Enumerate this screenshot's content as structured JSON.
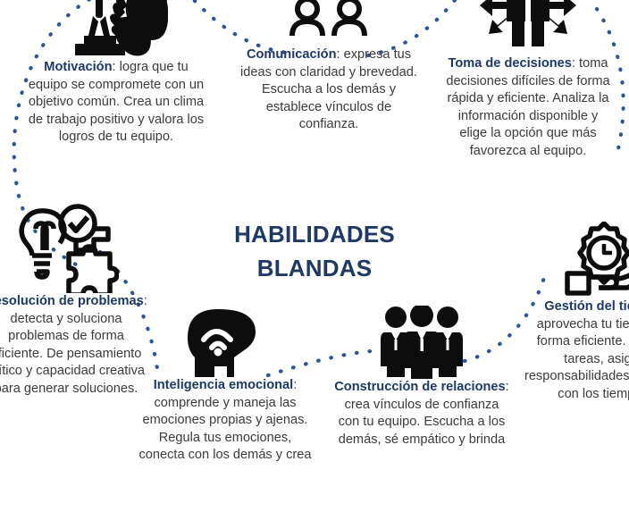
{
  "center": {
    "line1": "HABILIDADES",
    "line2": "BLANDAS"
  },
  "colors": {
    "heading_navy": "#1F3864",
    "dot_blue": "#2F5496",
    "body_text": "#3B3B3B",
    "icon_black": "#000000",
    "background": "#FFFFFF"
  },
  "nodes": [
    {
      "id": "motivacion",
      "icon": "podium-person-applause-icon",
      "title": "Motivación",
      "separator": ": ",
      "body": "logra que tu equipo se compromete con un objetivo común. Crea un clima de trabajo positivo y valora los logros de tu equipo."
    },
    {
      "id": "comunicacion",
      "icon": "two-people-speech-bubbles-icon",
      "title": "Comunicación",
      "separator": ": ",
      "body": "expresa tus ideas con claridad y brevedad. Escucha a los demás y establece vínculos de confianza."
    },
    {
      "id": "decisiones",
      "icon": "person-arrows-directions-icon",
      "title": "Toma de decisiones",
      "separator": ": ",
      "body": "toma decisiones difíciles de forma rápida y eficiente. Analiza la información disponible y elige la opción que más favorezca al equipo."
    },
    {
      "id": "resolucion",
      "icon": "lightbulb-check-puzzle-icon",
      "title": "Resolución de problemas",
      "separator": ": ",
      "body": "detecta y soluciona problemas de forma eficiente. De pensamiento crítico y capacidad creativa para generar soluciones."
    },
    {
      "id": "inteligencia",
      "icon": "head-emotion-waves-icon",
      "title": "Inteligencia emocional",
      "separator": ": ",
      "body": "comprende y maneja las emociones propias y ajenas. Regula tus emociones, conecta con los demás y crea"
    },
    {
      "id": "relaciones",
      "icon": "three-people-group-icon",
      "title": "Construcción de relaciones",
      "separator": ": ",
      "body": "crea vínculos de confianza con tu equipo. Escucha a los demás, sé empático y brinda"
    },
    {
      "id": "gestion",
      "icon": "clock-gear-hand-icon",
      "title": "Gestión del tiempo",
      "separator": ": ",
      "body": "aprovecha tu tiempo de forma eficiente. Ordena tareas, asigna responsabilidades y cumplir con los tiempos."
    }
  ]
}
